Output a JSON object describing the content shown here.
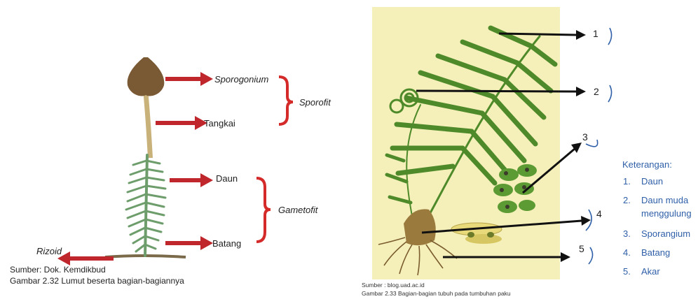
{
  "moss": {
    "labels": {
      "sporogonium": "Sporogonium",
      "tangkai": "Tangkai",
      "daun": "Daun",
      "batang": "Batang",
      "rizoid": "Rizoid",
      "sporofit": "Sporofit",
      "gametofit": "Gametofit"
    },
    "source": "Sumber: Dok. Kemdikbud",
    "caption": "Gambar 2.32 Lumut beserta bagian-bagiannya"
  },
  "fern": {
    "numbers": [
      "1",
      "2",
      "3",
      "4",
      "5"
    ],
    "source": "Sumber : blog.uad.ac.id",
    "caption": "Gambar 2.33 Bagian-bagian tubuh pada tumbuhan paku",
    "legend_title": "Keterangan:",
    "legend": [
      {
        "num": "1.",
        "text": "Daun"
      },
      {
        "num": "2.",
        "text": "Daun muda"
      },
      {
        "num": "",
        "text": "menggulung"
      },
      {
        "num": "3.",
        "text": "Sporangium"
      },
      {
        "num": "4.",
        "text": "Batang"
      },
      {
        "num": "5.",
        "text": "Akar"
      }
    ]
  },
  "colors": {
    "red_arrow": "#c0272d",
    "bracket": "#d42a2a",
    "moss_green": "#6e9d6c",
    "capsule_brown": "#7a5a34",
    "fern_green": "#4f8a2a",
    "legend_blue": "#2f5fa8",
    "fern_background": "#f5f0b9"
  }
}
